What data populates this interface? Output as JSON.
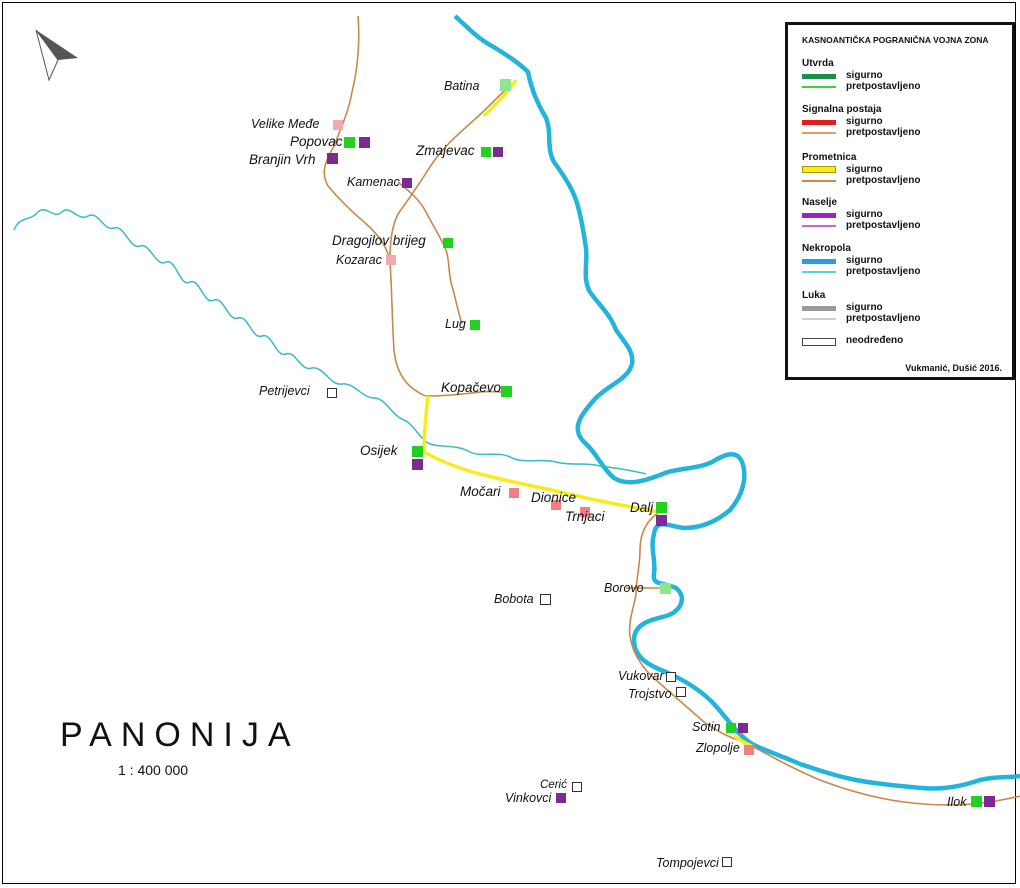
{
  "map": {
    "title": "PANONIJA",
    "scale": "1 : 400 000",
    "colors": {
      "fort_certain": "#1a8f4c",
      "fort_presumed": "#3ad43a",
      "fort_marker": "#22d022",
      "fort_light_marker": "#8ee68e",
      "signal_certain": "#e02020",
      "signal_marker": "#f08080",
      "signal_light_marker": "#f4a8b4",
      "road_certain": "#f7ec1a",
      "road_presumed": "#c8894a",
      "settlement_certain": "#9b22c8",
      "settlement_marker": "#7b2a90",
      "settlement_presumed": "#cc66cc",
      "necropolis_certain": "#2a9de0",
      "necropolis_presumed": "#5ad2d4",
      "river_major": "#22b4da",
      "river_minor": "#3ab9c9",
      "port_certain": "#9a9a9a",
      "port_presumed": "#cfcfcf",
      "undetermined": "#ffffff"
    },
    "places": [
      {
        "name": "Batina"
      },
      {
        "name": "Velike Međe"
      },
      {
        "name": "Popovac"
      },
      {
        "name": "Branjin Vrh"
      },
      {
        "name": "Zmajevac"
      },
      {
        "name": "Kamenac"
      },
      {
        "name": "Dragojlov brijeg"
      },
      {
        "name": "Kozarac"
      },
      {
        "name": "Lug"
      },
      {
        "name": "Kopačevo"
      },
      {
        "name": "Petrijevci"
      },
      {
        "name": "Osijek"
      },
      {
        "name": "Močari"
      },
      {
        "name": "Dionice"
      },
      {
        "name": "Trnjaci"
      },
      {
        "name": "Dalj"
      },
      {
        "name": "Borovo"
      },
      {
        "name": "Bobota"
      },
      {
        "name": "Vukovar"
      },
      {
        "name": "Trojstvo"
      },
      {
        "name": "Sotin"
      },
      {
        "name": "Zlopolje"
      },
      {
        "name": "Cerić"
      },
      {
        "name": "Vinkovci"
      },
      {
        "name": "Ilok"
      },
      {
        "name": "Tompojevci"
      }
    ]
  },
  "legend": {
    "title": "KASNOANTIČKA POGRANIČNA VOJNA ZONA",
    "groups": [
      {
        "name": "Utvrda",
        "items": [
          "sigurno",
          "pretpostavljeno"
        ]
      },
      {
        "name": "Signalna postaja",
        "items": [
          "sigurno",
          "pretpostavljeno"
        ]
      },
      {
        "name": "Prometnica",
        "items": [
          "sigurno",
          "pretpostavljeno"
        ]
      },
      {
        "name": "Naselje",
        "items": [
          "sigurno",
          "pretpostavljeno"
        ]
      },
      {
        "name": "Nekropola",
        "items": [
          "sigurno",
          "pretpostavljeno"
        ]
      },
      {
        "name": "Luka",
        "items": [
          "sigurno",
          "pretpostavljeno"
        ]
      }
    ],
    "undetermined_label": "neodređeno",
    "credit": "Vukmanić, Dušić 2016."
  }
}
